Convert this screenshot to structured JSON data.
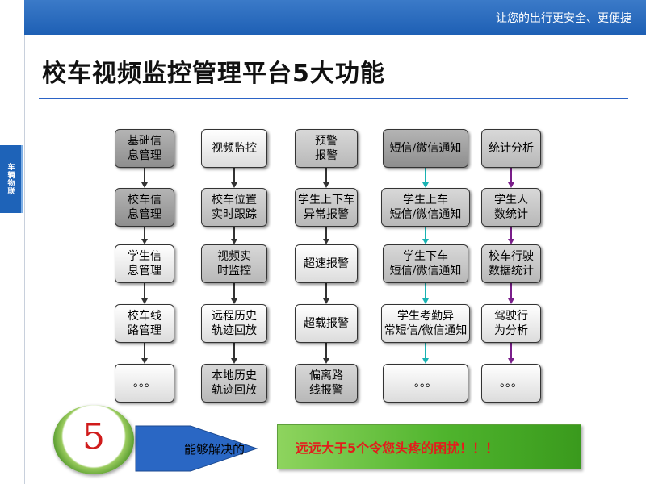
{
  "header": {
    "tagline": "让您的出行更安全、更便捷"
  },
  "side_tab": "车辆物联",
  "title": "校车视频监控管理平台5大功能",
  "columns": [
    {
      "nodes": [
        "基础信\n息管理",
        "校车信\n息管理",
        "学生信\n息管理",
        "校车线\n路管理",
        "。。。"
      ],
      "arrow_color": "#333333"
    },
    {
      "nodes": [
        "视频监控",
        "校车位置\n实时跟踪",
        "视频实\n时监控",
        "远程历史\n轨迹回放",
        "本地历史\n轨迹回放"
      ],
      "arrow_color": "#333333"
    },
    {
      "nodes": [
        "预警\n报警",
        "学生上下车\n异常报警",
        "超速报警",
        "超载报警",
        "偏离路\n线报警"
      ],
      "arrow_color": "#333333"
    },
    {
      "nodes": [
        "短信/微信通知",
        "学生上车\n短信/微信通知",
        "学生下车\n短信/微信通知",
        "学生考勤异\n常短信/微信通知",
        "。。。"
      ],
      "arrow_color": "#19b3b3"
    },
    {
      "nodes": [
        "统计分析",
        "学生人\n数统计",
        "校车行驶\n数据统计",
        "驾驶行\n为分析",
        "。。。"
      ],
      "arrow_color": "#7a1e8a"
    }
  ],
  "footer": {
    "badge_number": "5",
    "solve_label": "能够解决的",
    "answer_text": "远远大于5个令您头疼的困扰！！！"
  }
}
